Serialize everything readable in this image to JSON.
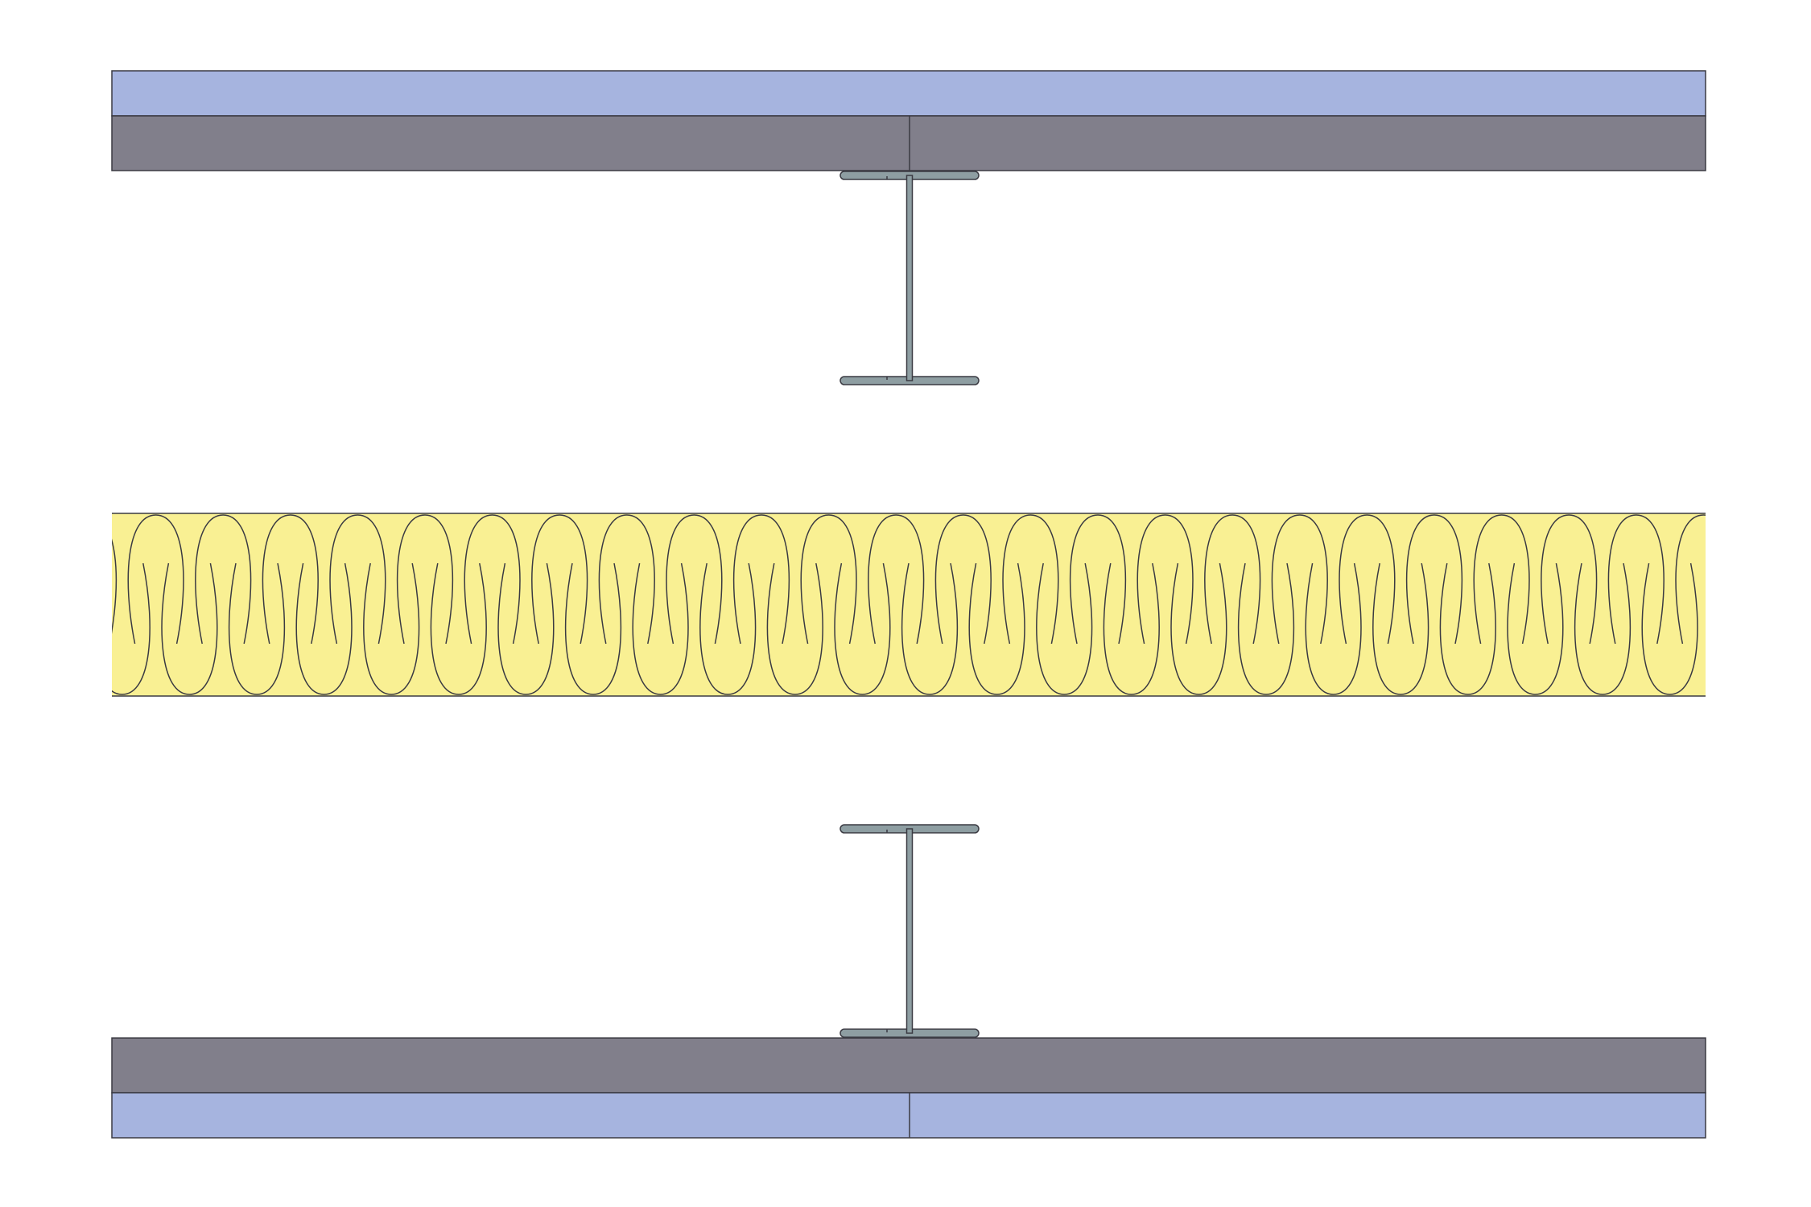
{
  "diagram": {
    "type": "wall-section",
    "layers": [
      {
        "name": "top-outer-board",
        "color": "#a6b4df"
      },
      {
        "name": "top-inner-board",
        "color": "#817f8b",
        "joint": true
      },
      {
        "name": "top-stud",
        "kind": "steel-i-section",
        "color": "#8e9ea2"
      },
      {
        "name": "insulation",
        "kind": "mineral-wool",
        "color": "#f9f093",
        "loops": 24
      },
      {
        "name": "bottom-stud",
        "kind": "steel-i-section",
        "color": "#8e9ea2"
      },
      {
        "name": "bottom-inner-board",
        "color": "#817f8b"
      },
      {
        "name": "bottom-outer-board",
        "color": "#a6b4df",
        "joint": true
      }
    ],
    "outline_color": "#3a3a42"
  }
}
